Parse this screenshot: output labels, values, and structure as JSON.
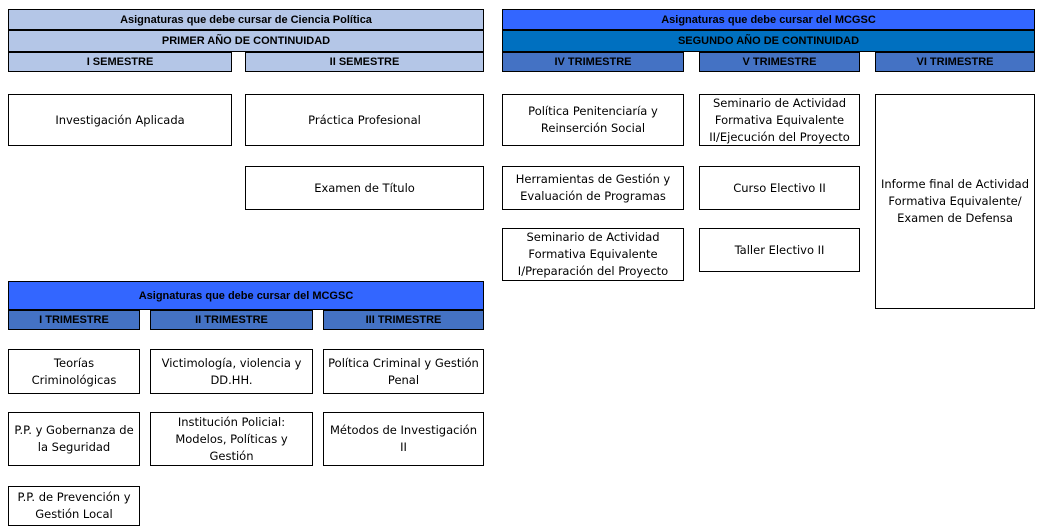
{
  "ciencia_politica": {
    "title": "Asignaturas que debe cursar de Ciencia Política",
    "year": "PRIMER AÑO DE CONTINUIDAD",
    "semesters": [
      "I SEMESTRE",
      "II SEMESTRE"
    ],
    "courses": {
      "inv_aplicada": "Investigación Aplicada",
      "practica": "Práctica Profesional",
      "examen": "Examen de Título"
    }
  },
  "mcgsc_segundo": {
    "title": "Asignaturas que debe cursar del  MCGSC",
    "year": "SEGUNDO AÑO DE CONTINUIDAD",
    "trimesters": [
      "IV TRIMESTRE",
      "V TRIMESTRE",
      "VI TRIMESTRE"
    ],
    "courses": {
      "politica_penitenciaria": "Política Penitenciaría y Reinserción Social",
      "herramientas": "Herramientas de Gestión y Evaluación de Programas",
      "seminario_1": "Seminario de Actividad Formativa Equivalente I/Preparación del Proyecto",
      "seminario_2": "Seminario de Actividad Formativa Equivalente II/Ejecución del Proyecto",
      "curso_electivo": "Curso Electivo II",
      "taller_electivo": "Taller Electivo II",
      "informe_final": "Informe final de Actividad Formativa Equivalente/ Examen de Defensa"
    }
  },
  "mcgsc_primero": {
    "title": "Asignaturas que debe cursar del  MCGSC",
    "trimesters": [
      "I TRIMESTRE",
      "II TRIMESTRE",
      "III TRIMESTRE"
    ],
    "courses": {
      "teorias": "Teorías Criminológicas",
      "gobernanza": "P.P. y Gobernanza de la Seguridad",
      "prevencion": "P.P. de Prevención y Gestión Local",
      "victimologia": "Victimología, violencia y DD.HH.",
      "institucion": "Institución Policial: Modelos, Políticas y Gestión",
      "politica_criminal": "Política Criminal y Gestión Penal",
      "metodos": "Métodos de Investigación II"
    }
  },
  "colors": {
    "light_blue": "#b4c6e7",
    "bright_blue": "#3366ff",
    "dark_blue": "#0070c0",
    "medium_blue": "#4472c4"
  }
}
